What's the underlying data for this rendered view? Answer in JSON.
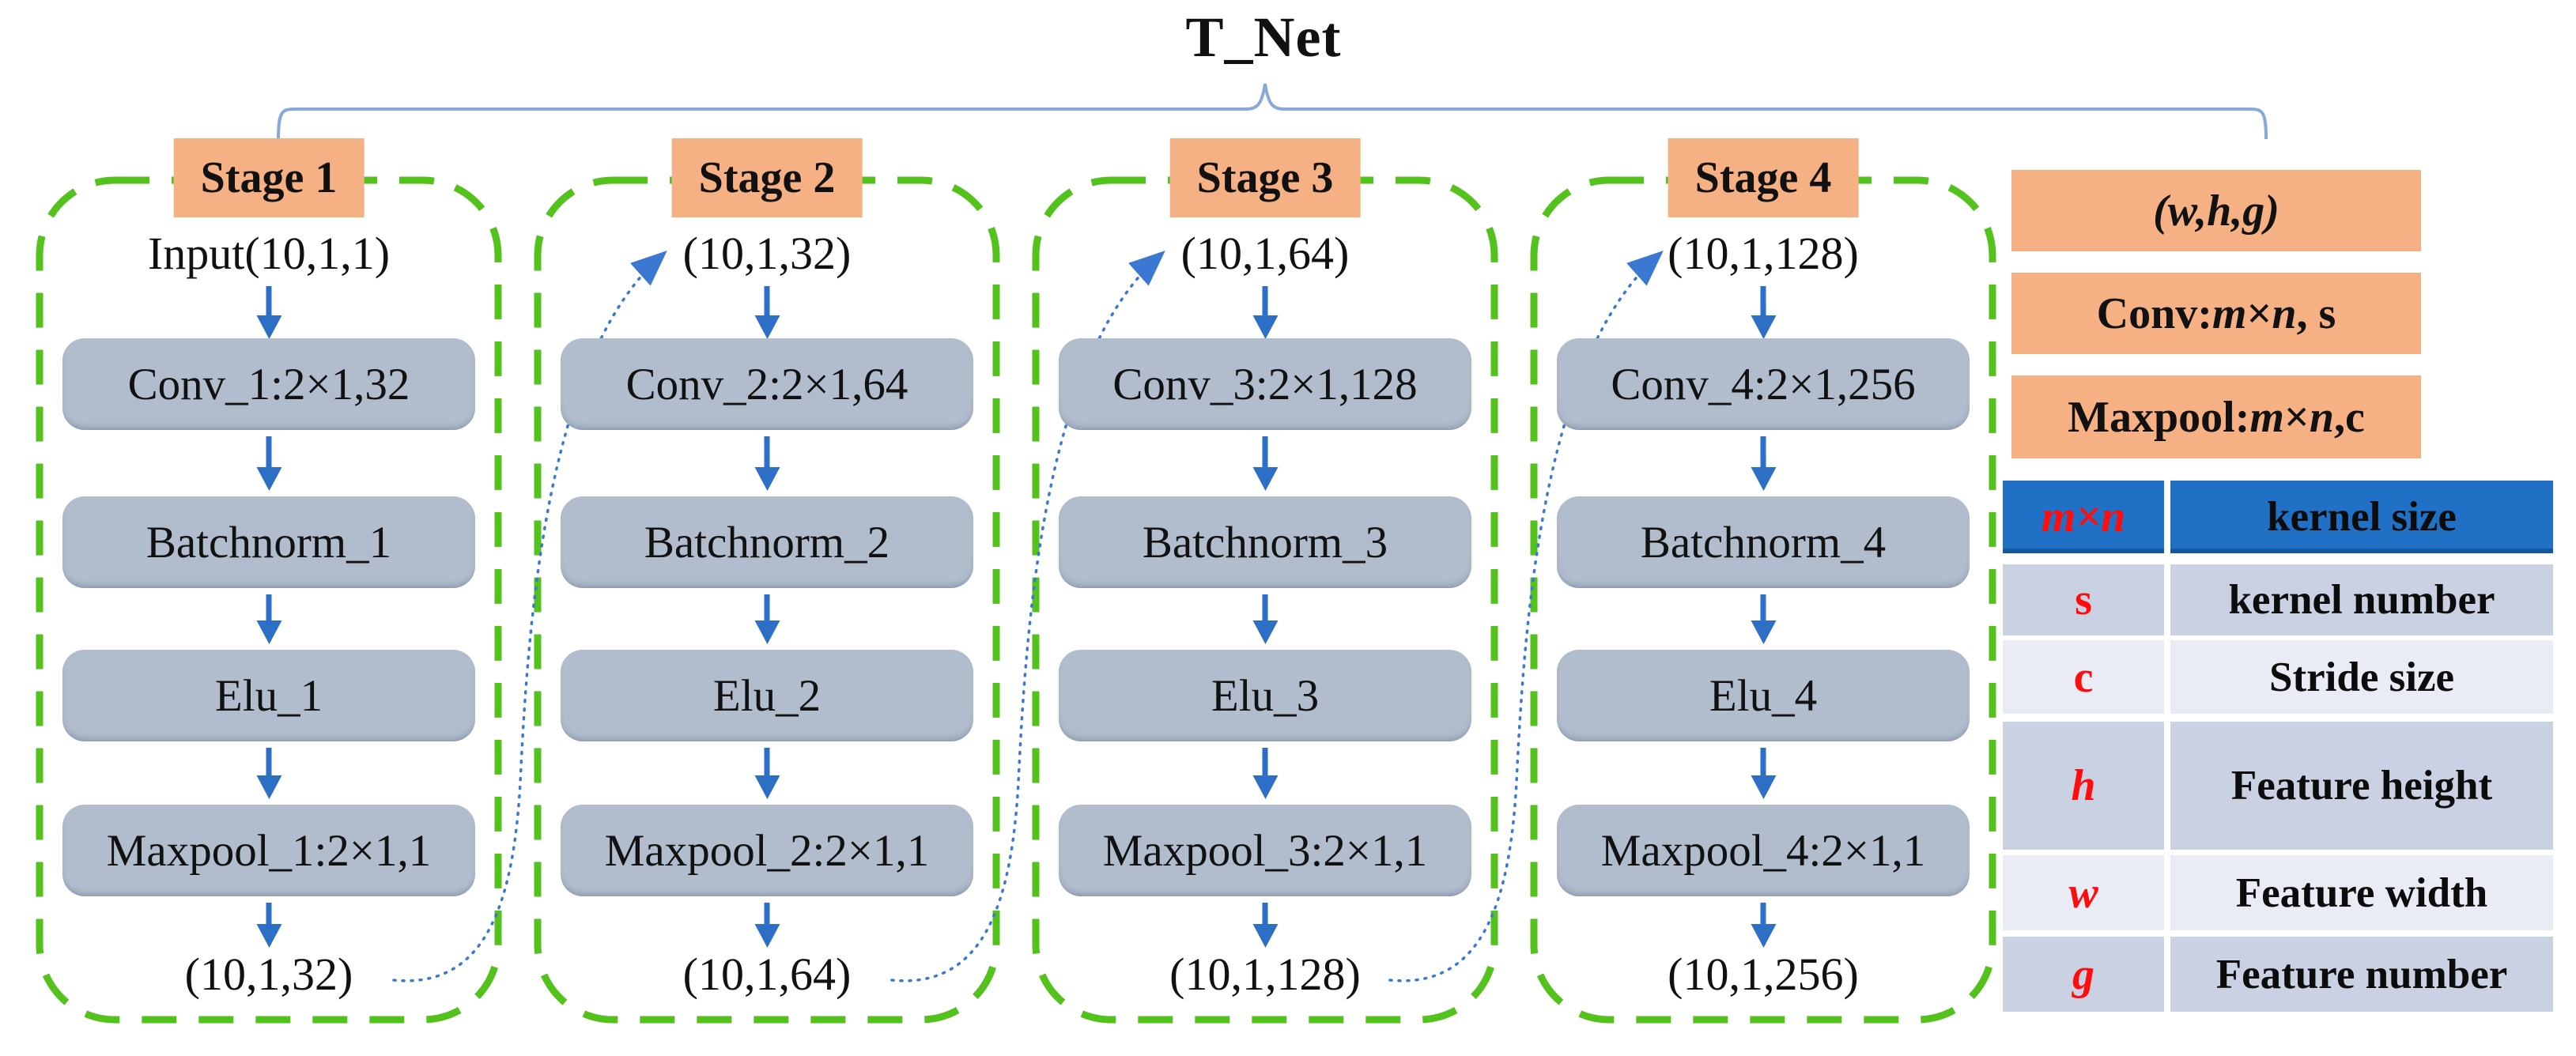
{
  "title": "T_Net",
  "stages": [
    {
      "label": "Stage 1",
      "input": "Input(10,1,1)",
      "boxes": [
        "Conv_1:2×1,32",
        "Batchnorm_1",
        "Elu_1",
        "Maxpool_1:2×1,1"
      ],
      "output": "(10,1,32)"
    },
    {
      "label": "Stage 2",
      "input": "(10,1,32)",
      "boxes": [
        "Conv_2:2×1,64",
        "Batchnorm_2",
        "Elu_2",
        "Maxpool_2:2×1,1"
      ],
      "output": "(10,1,64)"
    },
    {
      "label": "Stage 3",
      "input": "(10,1,64)",
      "boxes": [
        "Conv_3:2×1,128",
        "Batchnorm_3",
        "Elu_3",
        "Maxpool_3:2×1,1"
      ],
      "output": "(10,1,128)"
    },
    {
      "label": "Stage 4",
      "input": "(10,1,128)",
      "boxes": [
        "Conv_4:2×1,256",
        "Batchnorm_4",
        "Elu_4",
        "Maxpool_4:2×1,1"
      ],
      "output": "(10,1,256)"
    }
  ],
  "legend": {
    "shape_label": "(w,h,g)",
    "conv_label": {
      "prefix": "Conv:",
      "m": "m",
      "times": "×",
      "n": "n",
      "suffix": ", s"
    },
    "maxpool_label": {
      "prefix": "Maxpool:",
      "m": "m",
      "times": "×",
      "n": "n",
      "suffix": ",c"
    }
  },
  "table": {
    "rows": [
      {
        "key": "m×n",
        "value": "kernel size"
      },
      {
        "key": "s",
        "value": "kernel number"
      },
      {
        "key": "c",
        "value": "Stride size"
      },
      {
        "key": "h",
        "value": "Feature height"
      },
      {
        "key": "w",
        "value": "Feature width"
      },
      {
        "key": "g",
        "value": "Feature number"
      }
    ]
  },
  "colors": {
    "stage_header_orange": "#F5B183",
    "layer_box_gray": "#B1BDCD",
    "stage_outline_green": "#53C21D",
    "flow_arrow_blue": "#2D6FC5",
    "skip_connector_blue": "#3B78D2",
    "brace_blue": "#88A8DA",
    "table_header_blue": "#2071C6",
    "table_row_dark": "#C9D1E3",
    "table_row_light": "#E9ECF4",
    "symbol_red": "#FF0D0D"
  }
}
